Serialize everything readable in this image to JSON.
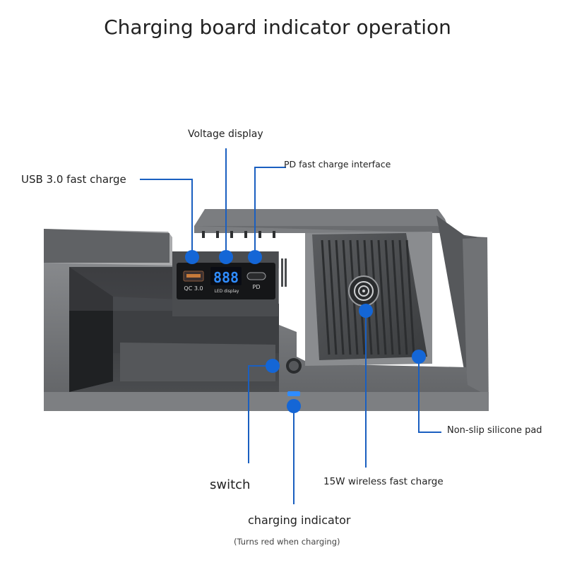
{
  "title": "Charging board indicator operation",
  "device": {
    "port_usb_label": "QC 3.0",
    "display_digits": "888",
    "display_caption": "LED display",
    "port_pd_label": "PD"
  },
  "callouts": {
    "voltage_display": "Voltage display",
    "pd_interface": "PD fast charge interface",
    "usb_fast_charge": "USB 3.0 fast charge",
    "non_slip_pad": "Non-slip silicone pad",
    "switch": "switch",
    "wireless_charge": "15W wireless fast charge",
    "charging_indicator": "charging indicator",
    "charging_indicator_note": "(Turns red when charging)"
  },
  "colors": {
    "marker": "#1466d6",
    "leader_line": "#1a5fc0",
    "device_body": "#6e7073",
    "device_dark": "#3c3e41",
    "led_digits": "#2f8cff"
  }
}
